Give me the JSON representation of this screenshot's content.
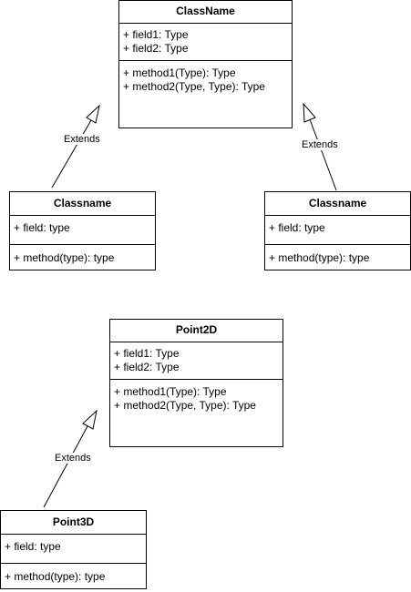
{
  "classes": [
    {
      "name": "ClassName",
      "fields": [
        "+ field1: Type",
        "+ field2: Type"
      ],
      "methods": [
        "+ method1(Type): Type",
        "+ method2(Type, Type): Type"
      ]
    },
    {
      "name": "Classname",
      "fields": [
        "+ field: type"
      ],
      "methods": [
        "+ method(type): type"
      ]
    },
    {
      "name": "Classname",
      "fields": [
        "+ field: type"
      ],
      "methods": [
        "+ method(type): type"
      ]
    },
    {
      "name": "Point2D",
      "fields": [
        "+ field1: Type",
        "+ field2: Type"
      ],
      "methods": [
        "+ method1(Type): Type",
        "+ method2(Type, Type): Type"
      ]
    },
    {
      "name": "Point3D",
      "fields": [
        "+ field: type"
      ],
      "methods": [
        "+ method(type): type"
      ]
    }
  ],
  "relations": [
    {
      "type": "extends",
      "label": "Extends",
      "from": "classes.1",
      "to": "classes.0"
    },
    {
      "type": "extends",
      "label": "Extends",
      "from": "classes.2",
      "to": "classes.0"
    },
    {
      "type": "extends",
      "label": "Extends",
      "from": "classes.4",
      "to": "classes.3"
    }
  ]
}
